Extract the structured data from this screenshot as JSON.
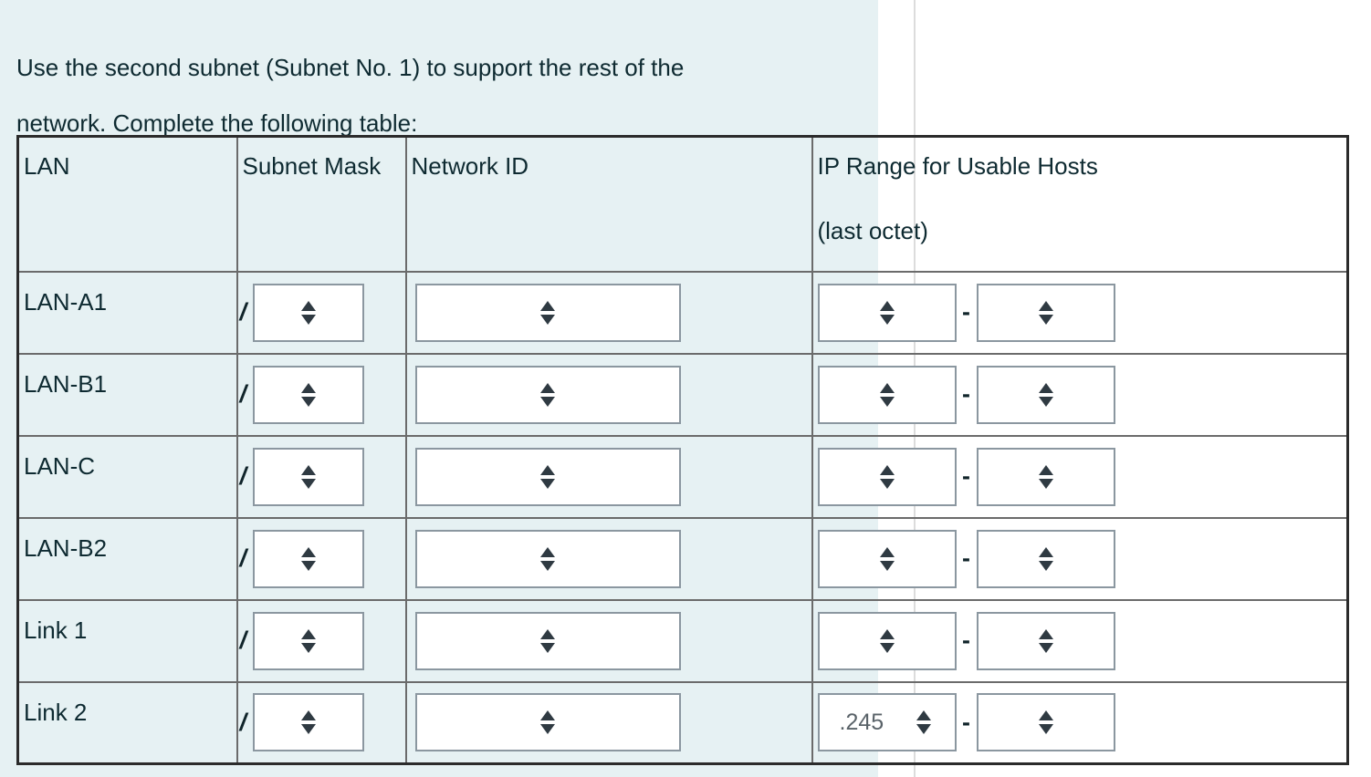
{
  "colors": {
    "page_background": "#ffffff",
    "tint_band": "#e6f1f3",
    "text": "#0e2a31",
    "table_outer_border": "#2b2b2b",
    "table_inner_border": "#6b6b6b",
    "select_border": "#8b97a0",
    "select_background": "#ffffff",
    "select_value_text": "#5a6369",
    "page_rule": "#dcdcdc",
    "arrow": "#2f3a42"
  },
  "intro": {
    "text": "Use the second subnet (Subnet No. 1) to support the rest of the\nnetwork.  Complete the following table:"
  },
  "table": {
    "headers": {
      "lan": "LAN",
      "subnet_mask": "Subnet Mask",
      "network_id": "Network ID",
      "ip_range": "IP Range for Usable Hosts",
      "ip_range_sub": "(last octet)"
    },
    "mask_prefix_symbol": "/",
    "range_separator": "-",
    "select_placeholder": "",
    "rows": [
      {
        "lan": "LAN-A1",
        "mask_value": "",
        "network_id_value": "",
        "range_start_value": "",
        "range_end_value": ""
      },
      {
        "lan": "LAN-B1",
        "mask_value": "",
        "network_id_value": "",
        "range_start_value": "",
        "range_end_value": ""
      },
      {
        "lan": "LAN-C",
        "mask_value": "",
        "network_id_value": "",
        "range_start_value": "",
        "range_end_value": ""
      },
      {
        "lan": "LAN-B2",
        "mask_value": "",
        "network_id_value": "",
        "range_start_value": "",
        "range_end_value": ""
      },
      {
        "lan": "Link 1",
        "mask_value": "",
        "network_id_value": "",
        "range_start_value": "",
        "range_end_value": ""
      },
      {
        "lan": "Link 2",
        "mask_value": "",
        "network_id_value": "",
        "range_start_value": ".245",
        "range_end_value": ""
      }
    ]
  }
}
